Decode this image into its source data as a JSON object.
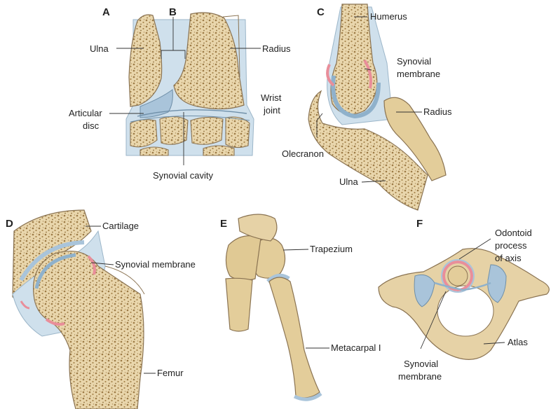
{
  "panels": {
    "A": {
      "letter": "A",
      "labels": {
        "ulna": "Ulna",
        "radius": "Radius",
        "wrist_joint_1": "Wrist",
        "wrist_joint_2": "joint",
        "articular_disc_1": "Articular",
        "articular_disc_2": "disc",
        "synovial_cavity": "Synovial cavity"
      }
    },
    "B": {
      "letter": "B"
    },
    "C": {
      "letter": "C",
      "labels": {
        "humerus": "Humerus",
        "synovial_membrane_1": "Synovial",
        "synovial_membrane_2": "membrane",
        "radius": "Radius",
        "olecranon": "Olecranon",
        "ulna": "Ulna"
      }
    },
    "D": {
      "letter": "D",
      "labels": {
        "cartilage": "Cartilage",
        "synovial_membrane": "Synovial membrane",
        "femur": "Femur"
      }
    },
    "E": {
      "letter": "E",
      "labels": {
        "trapezium": "Trapezium",
        "metacarpal": "Metacarpal I"
      }
    },
    "F": {
      "letter": "F",
      "labels": {
        "odontoid_1": "Odontoid",
        "odontoid_2": "process",
        "odontoid_3": "of axis",
        "atlas": "Atlas",
        "synovial_membrane_1": "Synovial",
        "synovial_membrane_2": "membrane"
      }
    }
  },
  "colors": {
    "bone": "#e6d2a6",
    "bone_dark": "#b89a66",
    "cartilage": "#a9c4da",
    "synovial": "#e98e9a",
    "outline": "#8a7352"
  }
}
